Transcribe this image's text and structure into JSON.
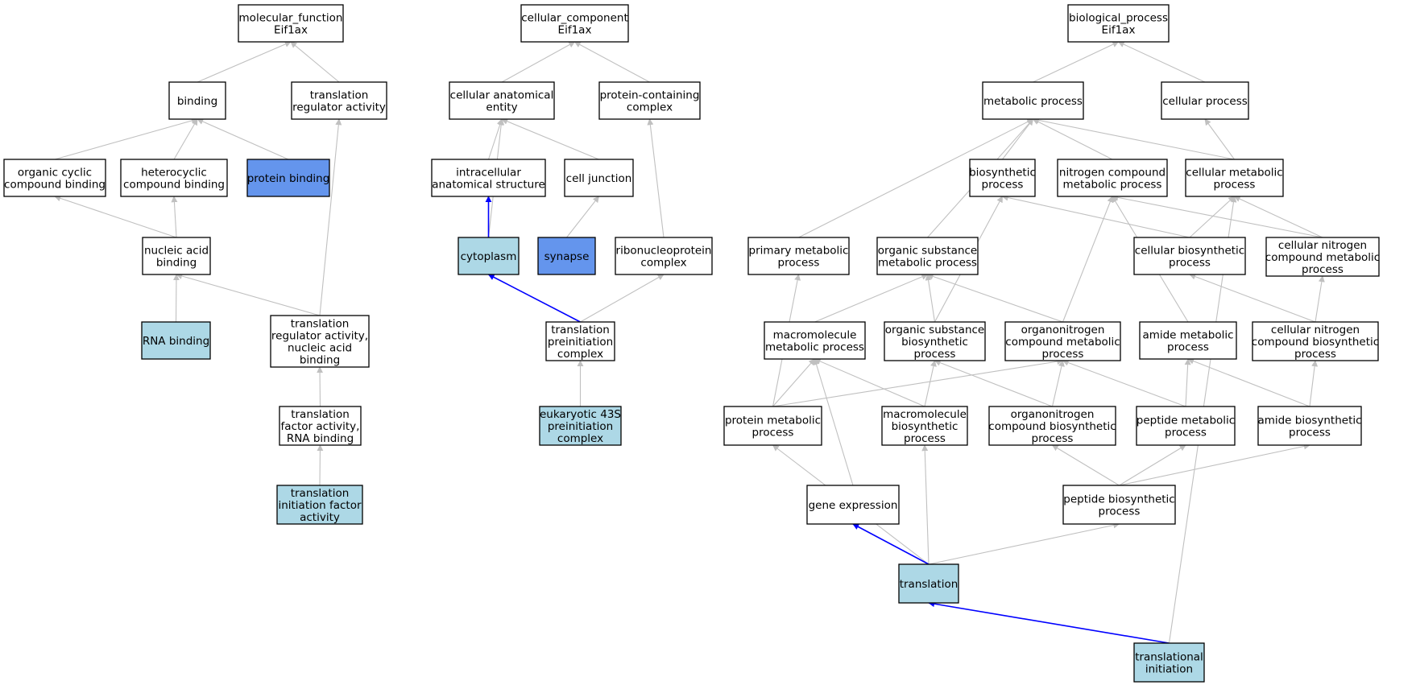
{
  "colors": {
    "default_fill": "#ffffff",
    "annotated_fill": "#add8e6",
    "highlight_fill": "#6495ed",
    "edge_gray": "#c0c0c0",
    "edge_blue": "#0000ff",
    "stroke": "#000000"
  },
  "nodes": {
    "mf_root": {
      "lines": [
        "molecular_function",
        "Eif1ax"
      ],
      "style": "default"
    },
    "binding": {
      "lines": [
        "binding"
      ],
      "style": "default"
    },
    "transl_reg_act": {
      "lines": [
        "translation",
        "regulator activity"
      ],
      "style": "default"
    },
    "org_cyclic": {
      "lines": [
        "organic cyclic",
        "compound binding"
      ],
      "style": "default"
    },
    "heterocyclic": {
      "lines": [
        "heterocyclic",
        "compound binding"
      ],
      "style": "default"
    },
    "protein_binding": {
      "lines": [
        "protein binding"
      ],
      "style": "highlight"
    },
    "nucleic_acid": {
      "lines": [
        "nucleic acid",
        "binding"
      ],
      "style": "default"
    },
    "rna_binding": {
      "lines": [
        "RNA binding"
      ],
      "style": "annotated"
    },
    "transl_reg_na": {
      "lines": [
        "translation",
        "regulator activity,",
        "nucleic acid",
        "binding"
      ],
      "style": "default"
    },
    "transl_factor": {
      "lines": [
        "translation",
        "factor activity,",
        "RNA binding"
      ],
      "style": "default"
    },
    "transl_init_factor": {
      "lines": [
        "translation",
        "initiation factor",
        "activity"
      ],
      "style": "annotated"
    },
    "cc_root": {
      "lines": [
        "cellular_component",
        "Eif1ax"
      ],
      "style": "default"
    },
    "cell_anat": {
      "lines": [
        "cellular anatomical",
        "entity"
      ],
      "style": "default"
    },
    "protein_complex": {
      "lines": [
        "protein-containing",
        "complex"
      ],
      "style": "default"
    },
    "intracellular": {
      "lines": [
        "intracellular",
        "anatomical structure"
      ],
      "style": "default"
    },
    "cell_junction": {
      "lines": [
        "cell junction"
      ],
      "style": "default"
    },
    "cytoplasm": {
      "lines": [
        "cytoplasm"
      ],
      "style": "annotated"
    },
    "synapse": {
      "lines": [
        "synapse"
      ],
      "style": "highlight"
    },
    "ribonucleoprotein": {
      "lines": [
        "ribonucleoprotein",
        "complex"
      ],
      "style": "default"
    },
    "transl_preinit": {
      "lines": [
        "translation",
        "preinitiation",
        "complex"
      ],
      "style": "default"
    },
    "euk43s": {
      "lines": [
        "eukaryotic 43S",
        "preinitiation",
        "complex"
      ],
      "style": "annotated"
    },
    "bp_root": {
      "lines": [
        "biological_process",
        "Eif1ax"
      ],
      "style": "default"
    },
    "metabolic": {
      "lines": [
        "metabolic process"
      ],
      "style": "default"
    },
    "cellular_proc": {
      "lines": [
        "cellular process"
      ],
      "style": "default"
    },
    "biosynthetic": {
      "lines": [
        "biosynthetic",
        "process"
      ],
      "style": "default"
    },
    "nitrogen_cmp_met": {
      "lines": [
        "nitrogen compound",
        "metabolic process"
      ],
      "style": "default"
    },
    "cell_metabolic": {
      "lines": [
        "cellular metabolic",
        "process"
      ],
      "style": "default"
    },
    "primary_met": {
      "lines": [
        "primary metabolic",
        "process"
      ],
      "style": "default"
    },
    "org_sub_met": {
      "lines": [
        "organic substance",
        "metabolic process"
      ],
      "style": "default"
    },
    "cell_biosyn": {
      "lines": [
        "cellular biosynthetic",
        "process"
      ],
      "style": "default"
    },
    "cell_nitro_met": {
      "lines": [
        "cellular nitrogen",
        "compound metabolic",
        "process"
      ],
      "style": "default"
    },
    "macromol_met": {
      "lines": [
        "macromolecule",
        "metabolic process"
      ],
      "style": "default"
    },
    "org_sub_biosyn": {
      "lines": [
        "organic substance",
        "biosynthetic",
        "process"
      ],
      "style": "default"
    },
    "organonitro_met": {
      "lines": [
        "organonitrogen",
        "compound metabolic",
        "process"
      ],
      "style": "default"
    },
    "amide_met": {
      "lines": [
        "amide metabolic",
        "process"
      ],
      "style": "default"
    },
    "cell_nitro_biosyn": {
      "lines": [
        "cellular nitrogen",
        "compound biosynthetic",
        "process"
      ],
      "style": "default"
    },
    "protein_met": {
      "lines": [
        "protein metabolic",
        "process"
      ],
      "style": "default"
    },
    "macromol_biosyn": {
      "lines": [
        "macromolecule",
        "biosynthetic",
        "process"
      ],
      "style": "default"
    },
    "organonitro_biosyn": {
      "lines": [
        "organonitrogen",
        "compound biosynthetic",
        "process"
      ],
      "style": "default"
    },
    "peptide_met": {
      "lines": [
        "peptide metabolic",
        "process"
      ],
      "style": "default"
    },
    "amide_biosyn": {
      "lines": [
        "amide biosynthetic",
        "process"
      ],
      "style": "default"
    },
    "gene_expr": {
      "lines": [
        "gene expression"
      ],
      "style": "default"
    },
    "peptide_biosyn": {
      "lines": [
        "peptide biosynthetic",
        "process"
      ],
      "style": "default"
    },
    "translation": {
      "lines": [
        "translation"
      ],
      "style": "annotated"
    },
    "transl_initiation": {
      "lines": [
        "translational",
        "initiation"
      ],
      "style": "annotated"
    }
  },
  "edges": [
    {
      "from": "binding",
      "to": "mf_root",
      "color": "gray"
    },
    {
      "from": "transl_reg_act",
      "to": "mf_root",
      "color": "gray"
    },
    {
      "from": "org_cyclic",
      "to": "binding",
      "color": "gray"
    },
    {
      "from": "heterocyclic",
      "to": "binding",
      "color": "gray"
    },
    {
      "from": "protein_binding",
      "to": "binding",
      "color": "gray"
    },
    {
      "from": "nucleic_acid",
      "to": "org_cyclic",
      "color": "gray"
    },
    {
      "from": "nucleic_acid",
      "to": "heterocyclic",
      "color": "gray"
    },
    {
      "from": "rna_binding",
      "to": "nucleic_acid",
      "color": "gray"
    },
    {
      "from": "transl_reg_na",
      "to": "nucleic_acid",
      "color": "gray"
    },
    {
      "from": "transl_reg_na",
      "to": "transl_reg_act",
      "color": "gray"
    },
    {
      "from": "transl_factor",
      "to": "transl_reg_na",
      "color": "gray"
    },
    {
      "from": "transl_init_factor",
      "to": "transl_factor",
      "color": "gray"
    },
    {
      "from": "cell_anat",
      "to": "cc_root",
      "color": "gray"
    },
    {
      "from": "protein_complex",
      "to": "cc_root",
      "color": "gray"
    },
    {
      "from": "intracellular",
      "to": "cell_anat",
      "color": "gray"
    },
    {
      "from": "cell_junction",
      "to": "cell_anat",
      "color": "gray"
    },
    {
      "from": "cytoplasm",
      "to": "cell_anat",
      "color": "gray"
    },
    {
      "from": "cytoplasm",
      "to": "intracellular",
      "color": "blue"
    },
    {
      "from": "synapse",
      "to": "cell_junction",
      "color": "gray"
    },
    {
      "from": "ribonucleoprotein",
      "to": "protein_complex",
      "color": "gray"
    },
    {
      "from": "transl_preinit",
      "to": "cytoplasm",
      "color": "blue"
    },
    {
      "from": "transl_preinit",
      "to": "ribonucleoprotein",
      "color": "gray"
    },
    {
      "from": "euk43s",
      "to": "transl_preinit",
      "color": "gray"
    },
    {
      "from": "metabolic",
      "to": "bp_root",
      "color": "gray"
    },
    {
      "from": "cellular_proc",
      "to": "bp_root",
      "color": "gray"
    },
    {
      "from": "biosynthetic",
      "to": "metabolic",
      "color": "gray"
    },
    {
      "from": "nitrogen_cmp_met",
      "to": "metabolic",
      "color": "gray"
    },
    {
      "from": "cell_metabolic",
      "to": "metabolic",
      "color": "gray"
    },
    {
      "from": "cell_metabolic",
      "to": "cellular_proc",
      "color": "gray"
    },
    {
      "from": "primary_met",
      "to": "metabolic",
      "color": "gray"
    },
    {
      "from": "org_sub_met",
      "to": "metabolic",
      "color": "gray"
    },
    {
      "from": "cell_biosyn",
      "to": "biosynthetic",
      "color": "gray"
    },
    {
      "from": "cell_biosyn",
      "to": "cell_metabolic",
      "color": "gray"
    },
    {
      "from": "cell_nitro_met",
      "to": "nitrogen_cmp_met",
      "color": "gray"
    },
    {
      "from": "cell_nitro_met",
      "to": "cell_metabolic",
      "color": "gray"
    },
    {
      "from": "macromol_met",
      "to": "org_sub_met",
      "color": "gray"
    },
    {
      "from": "org_sub_biosyn",
      "to": "org_sub_met",
      "color": "gray"
    },
    {
      "from": "org_sub_biosyn",
      "to": "biosynthetic",
      "color": "gray"
    },
    {
      "from": "organonitro_met",
      "to": "org_sub_met",
      "color": "gray"
    },
    {
      "from": "organonitro_met",
      "to": "nitrogen_cmp_met",
      "color": "gray"
    },
    {
      "from": "amide_met",
      "to": "nitrogen_cmp_met",
      "color": "gray"
    },
    {
      "from": "cell_nitro_biosyn",
      "to": "cell_biosyn",
      "color": "gray"
    },
    {
      "from": "cell_nitro_biosyn",
      "to": "cell_nitro_met",
      "color": "gray"
    },
    {
      "from": "protein_met",
      "to": "primary_met",
      "color": "gray"
    },
    {
      "from": "protein_met",
      "to": "macromol_met",
      "color": "gray"
    },
    {
      "from": "protein_met",
      "to": "organonitro_met",
      "color": "gray"
    },
    {
      "from": "macromol_biosyn",
      "to": "macromol_met",
      "color": "gray"
    },
    {
      "from": "macromol_biosyn",
      "to": "org_sub_biosyn",
      "color": "gray"
    },
    {
      "from": "organonitro_biosyn",
      "to": "org_sub_biosyn",
      "color": "gray"
    },
    {
      "from": "organonitro_biosyn",
      "to": "organonitro_met",
      "color": "gray"
    },
    {
      "from": "peptide_met",
      "to": "organonitro_met",
      "color": "gray"
    },
    {
      "from": "peptide_met",
      "to": "amide_met",
      "color": "gray"
    },
    {
      "from": "amide_biosyn",
      "to": "amide_met",
      "color": "gray"
    },
    {
      "from": "amide_biosyn",
      "to": "cell_nitro_biosyn",
      "color": "gray"
    },
    {
      "from": "gene_expr",
      "to": "macromol_met",
      "color": "gray"
    },
    {
      "from": "peptide_biosyn",
      "to": "organonitro_biosyn",
      "color": "gray"
    },
    {
      "from": "peptide_biosyn",
      "to": "peptide_met",
      "color": "gray"
    },
    {
      "from": "peptide_biosyn",
      "to": "amide_biosyn",
      "color": "gray"
    },
    {
      "from": "translation",
      "to": "protein_met",
      "color": "gray"
    },
    {
      "from": "translation",
      "to": "macromol_biosyn",
      "color": "gray"
    },
    {
      "from": "translation",
      "to": "gene_expr",
      "color": "blue"
    },
    {
      "from": "translation",
      "to": "peptide_biosyn",
      "color": "gray"
    },
    {
      "from": "transl_initiation",
      "to": "translation",
      "color": "blue"
    },
    {
      "from": "transl_initiation",
      "to": "cell_metabolic",
      "color": "gray"
    }
  ]
}
